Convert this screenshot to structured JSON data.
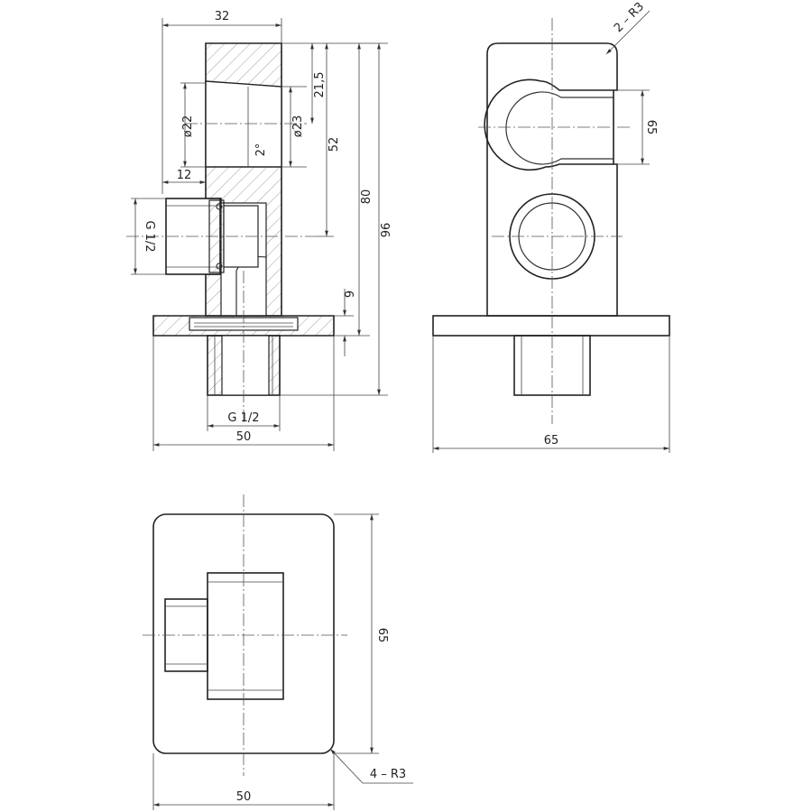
{
  "side_view": {
    "dim_top_width": "32",
    "dim_21_5": "21,5",
    "dim_phi22": "ø22",
    "dim_phi23": "ø23",
    "dim_angle": "2°",
    "dim_52": "52",
    "dim_12": "12",
    "dim_thread_left": "G 1/2",
    "dim_80": "80",
    "dim_96": "96",
    "dim_9": "9",
    "dim_thread_bottom": "G 1/2",
    "dim_flange_width": "50"
  },
  "front_view": {
    "dim_radius": "2 – R3",
    "dim_65_height": "65",
    "dim_65_width": "65"
  },
  "top_view": {
    "dim_65_height": "65",
    "dim_radius": "4 – R3",
    "dim_50_width": "50"
  }
}
